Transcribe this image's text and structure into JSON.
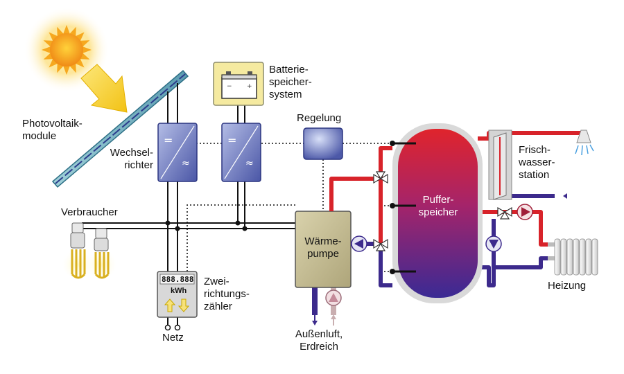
{
  "labels": {
    "pv": "Photovoltaik-\nmodule",
    "inverter": "Wechsel-\nrichter",
    "battery": "Batterie-\nspeicher-\nsystem",
    "control": "Regelung",
    "consumer": "Verbraucher",
    "meter": "Zwei-\nrichtungs-\nzähler",
    "grid": "Netz",
    "heatpump": "Wärme-\npumpe",
    "source": "Außenluft,\nErdreich",
    "buffer": "Puffer-\nspeicher",
    "freshwater": "Frisch-\nwasser-\nstation",
    "heating": "Heizung"
  },
  "meter_display": {
    "digits": "888.888",
    "unit": "kWh"
  },
  "colors": {
    "hot": "#d8232a",
    "cold": "#3c2a8c",
    "inverter": "#5a66b0",
    "heatpump": "#c9c19a",
    "battery_panel": "#f5eaa0"
  },
  "icons": [
    "sun-icon",
    "pv-module",
    "inverter-icon",
    "battery-icon",
    "controller-icon",
    "bulb-icon",
    "meter-icon",
    "heat-pump",
    "pump-icon",
    "valve-icon",
    "radiator-icon",
    "shower-icon",
    "buffer-tank"
  ]
}
